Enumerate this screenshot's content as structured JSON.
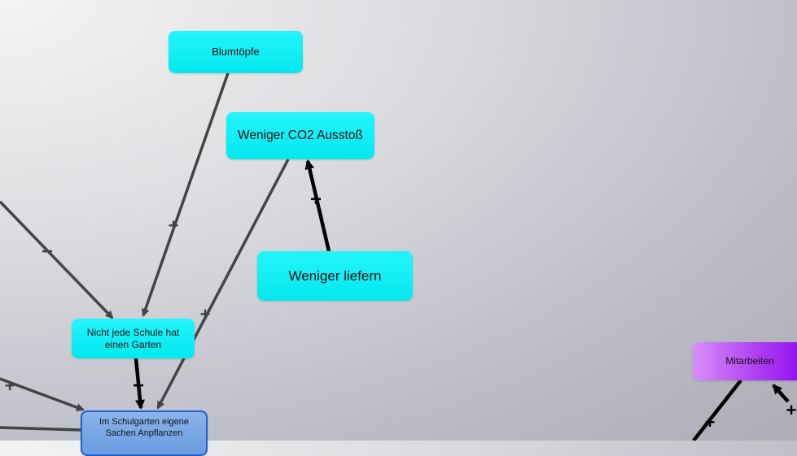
{
  "nodes": {
    "blumtoepfe": "Blumtöpfe",
    "weniger_co2": "Weniger CO2 Ausstoß",
    "weniger_liefern": "Weniger liefern",
    "nicht_jede_schule": "Nicht jede Schule hat einen Garten",
    "schulgarten": "Im Schulgarten eigene Sachen Anpflanzen",
    "mitarbeiten": "Mitarbeiten"
  },
  "edges": [
    {
      "from": "blumtoepfe",
      "to": "nicht_jede_schule",
      "sign": "+"
    },
    {
      "from": "weniger_co2",
      "to": "schulgarten",
      "sign": "+"
    },
    {
      "from": "weniger_liefern",
      "to": "weniger_co2",
      "sign": "+"
    },
    {
      "from": "offscreen-left",
      "to": "nicht_jede_schule",
      "sign": "−"
    },
    {
      "from": "nicht_jede_schule",
      "to": "schulgarten",
      "sign": "−"
    },
    {
      "from": "offscreen-left",
      "to": "schulgarten",
      "sign": "+"
    },
    {
      "from": "offscreen-left",
      "to": "schulgarten",
      "sign": ""
    },
    {
      "from": "offscreen-bottom",
      "to": "mitarbeiten",
      "sign": "+"
    },
    {
      "from": "offscreen-right",
      "to": "mitarbeiten",
      "sign": "+"
    }
  ],
  "colors": {
    "cyan": "#08eef4",
    "purple": "#b040f0",
    "selected_blue": "#6a9be0",
    "selected_border": "#1f5fd8",
    "edge": "#444444"
  }
}
